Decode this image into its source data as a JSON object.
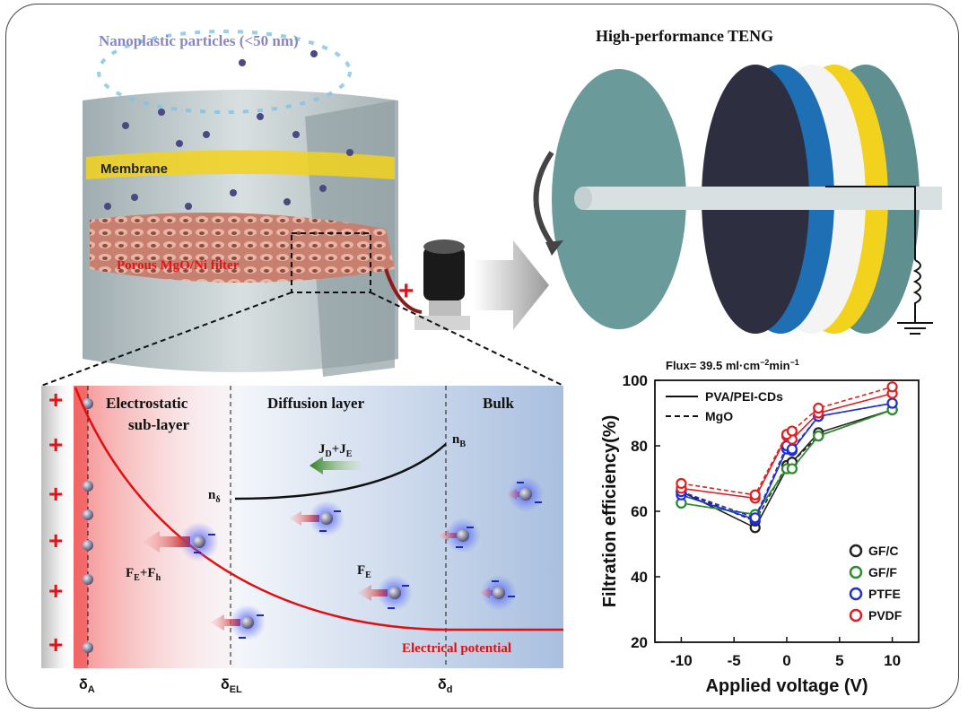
{
  "top": {
    "nanoplastic_label": "Nanoplastic particles (<50 nm)",
    "teng_title": "High-performance TENG",
    "membrane_label": "Membrane",
    "filter_label": "Porous MgO/Ni filter",
    "plus_sign": "+"
  },
  "layer_panel": {
    "regions": [
      {
        "label_line1": "Electrostatic",
        "label_line2": "sub-layer"
      },
      {
        "label_line1": "Diffusion layer"
      },
      {
        "label_line1": "Bulk"
      }
    ],
    "n_delta": {
      "base": "n",
      "sub": "δ"
    },
    "n_B": {
      "base": "n",
      "sub": "B"
    },
    "flux_label": {
      "a": "J",
      "a_sub": "D",
      "plus": "+J",
      "b_sub": "E"
    },
    "force_combined": {
      "a": "F",
      "a_sub": "E",
      "plus": "+F",
      "b_sub": "h"
    },
    "force_E": {
      "a": "F",
      "a_sub": "E"
    },
    "potential_label": "Electrical potential",
    "delta_A": {
      "base": "δ",
      "sub": "A"
    },
    "delta_EL": {
      "base": "δ",
      "sub": "EL"
    },
    "delta_d": {
      "base": "δ",
      "sub": "d"
    },
    "plus_signs": [
      "+",
      "+",
      "+",
      "+",
      "+",
      "+"
    ]
  },
  "chart_data": {
    "type": "line",
    "title": "",
    "annotation": {
      "prefix": "Flux= 39.5 ml·cm",
      "exp1": "−2",
      "mid": "min",
      "exp2": "−1"
    },
    "xlabel": "Applied voltage (V)",
    "ylabel": "Filtration efficiency(%)",
    "xlim": [
      -12.5,
      12.5
    ],
    "ylim": [
      20,
      100
    ],
    "xticks": [
      -10,
      -5,
      0,
      5,
      10
    ],
    "yticks": [
      20,
      40,
      60,
      80,
      100
    ],
    "line_legend": [
      {
        "name": "PVA/PEI-CDs",
        "style": "solid"
      },
      {
        "name": "MgO",
        "style": "dashed"
      }
    ],
    "series": [
      {
        "name": "GF/C",
        "color": "#222222",
        "solid": [
          [
            -10,
            66
          ],
          [
            -3,
            55
          ],
          [
            0,
            73
          ],
          [
            0.5,
            75
          ],
          [
            3,
            84
          ],
          [
            10,
            91
          ]
        ],
        "dashed": [
          [
            -10,
            66
          ],
          [
            -3,
            57
          ],
          [
            0,
            74
          ],
          [
            0.5,
            75
          ],
          [
            3,
            83
          ],
          [
            10,
            91
          ]
        ]
      },
      {
        "name": "GF/F",
        "color": "#2e8b2e",
        "solid": [
          [
            -10,
            62.5
          ],
          [
            -3,
            59
          ],
          [
            0,
            73
          ],
          [
            0.5,
            73
          ],
          [
            3,
            83
          ],
          [
            10,
            91
          ]
        ],
        "dashed": [
          [
            -10,
            62.5
          ],
          [
            -3,
            59
          ],
          [
            0,
            73
          ],
          [
            0.5,
            73
          ],
          [
            3,
            83
          ],
          [
            10,
            91
          ]
        ]
      },
      {
        "name": "PTFE",
        "color": "#1f2fd6",
        "solid": [
          [
            -10,
            65
          ],
          [
            -3,
            57.5
          ],
          [
            0,
            79
          ],
          [
            0.5,
            78.5
          ],
          [
            3,
            89
          ],
          [
            10,
            93
          ]
        ],
        "dashed": [
          [
            -10,
            66
          ],
          [
            -3,
            58
          ],
          [
            0,
            80
          ],
          [
            0.5,
            79
          ],
          [
            3,
            89
          ],
          [
            10,
            93
          ]
        ]
      },
      {
        "name": "PVDF",
        "color": "#e02020",
        "solid": [
          [
            -10,
            67
          ],
          [
            -3,
            64
          ],
          [
            0,
            83
          ],
          [
            0.5,
            82
          ],
          [
            3,
            90
          ],
          [
            10,
            96
          ]
        ],
        "dashed": [
          [
            -10,
            68.5
          ],
          [
            -3,
            65
          ],
          [
            0,
            83.5
          ],
          [
            0.5,
            84.5
          ],
          [
            3,
            91.5
          ],
          [
            10,
            98
          ]
        ]
      }
    ]
  },
  "colors": {
    "potential": "#e01010",
    "accent_yellow": "#f2d21c",
    "teal": "#5f8f8f",
    "blue": "#1f6fb5"
  }
}
